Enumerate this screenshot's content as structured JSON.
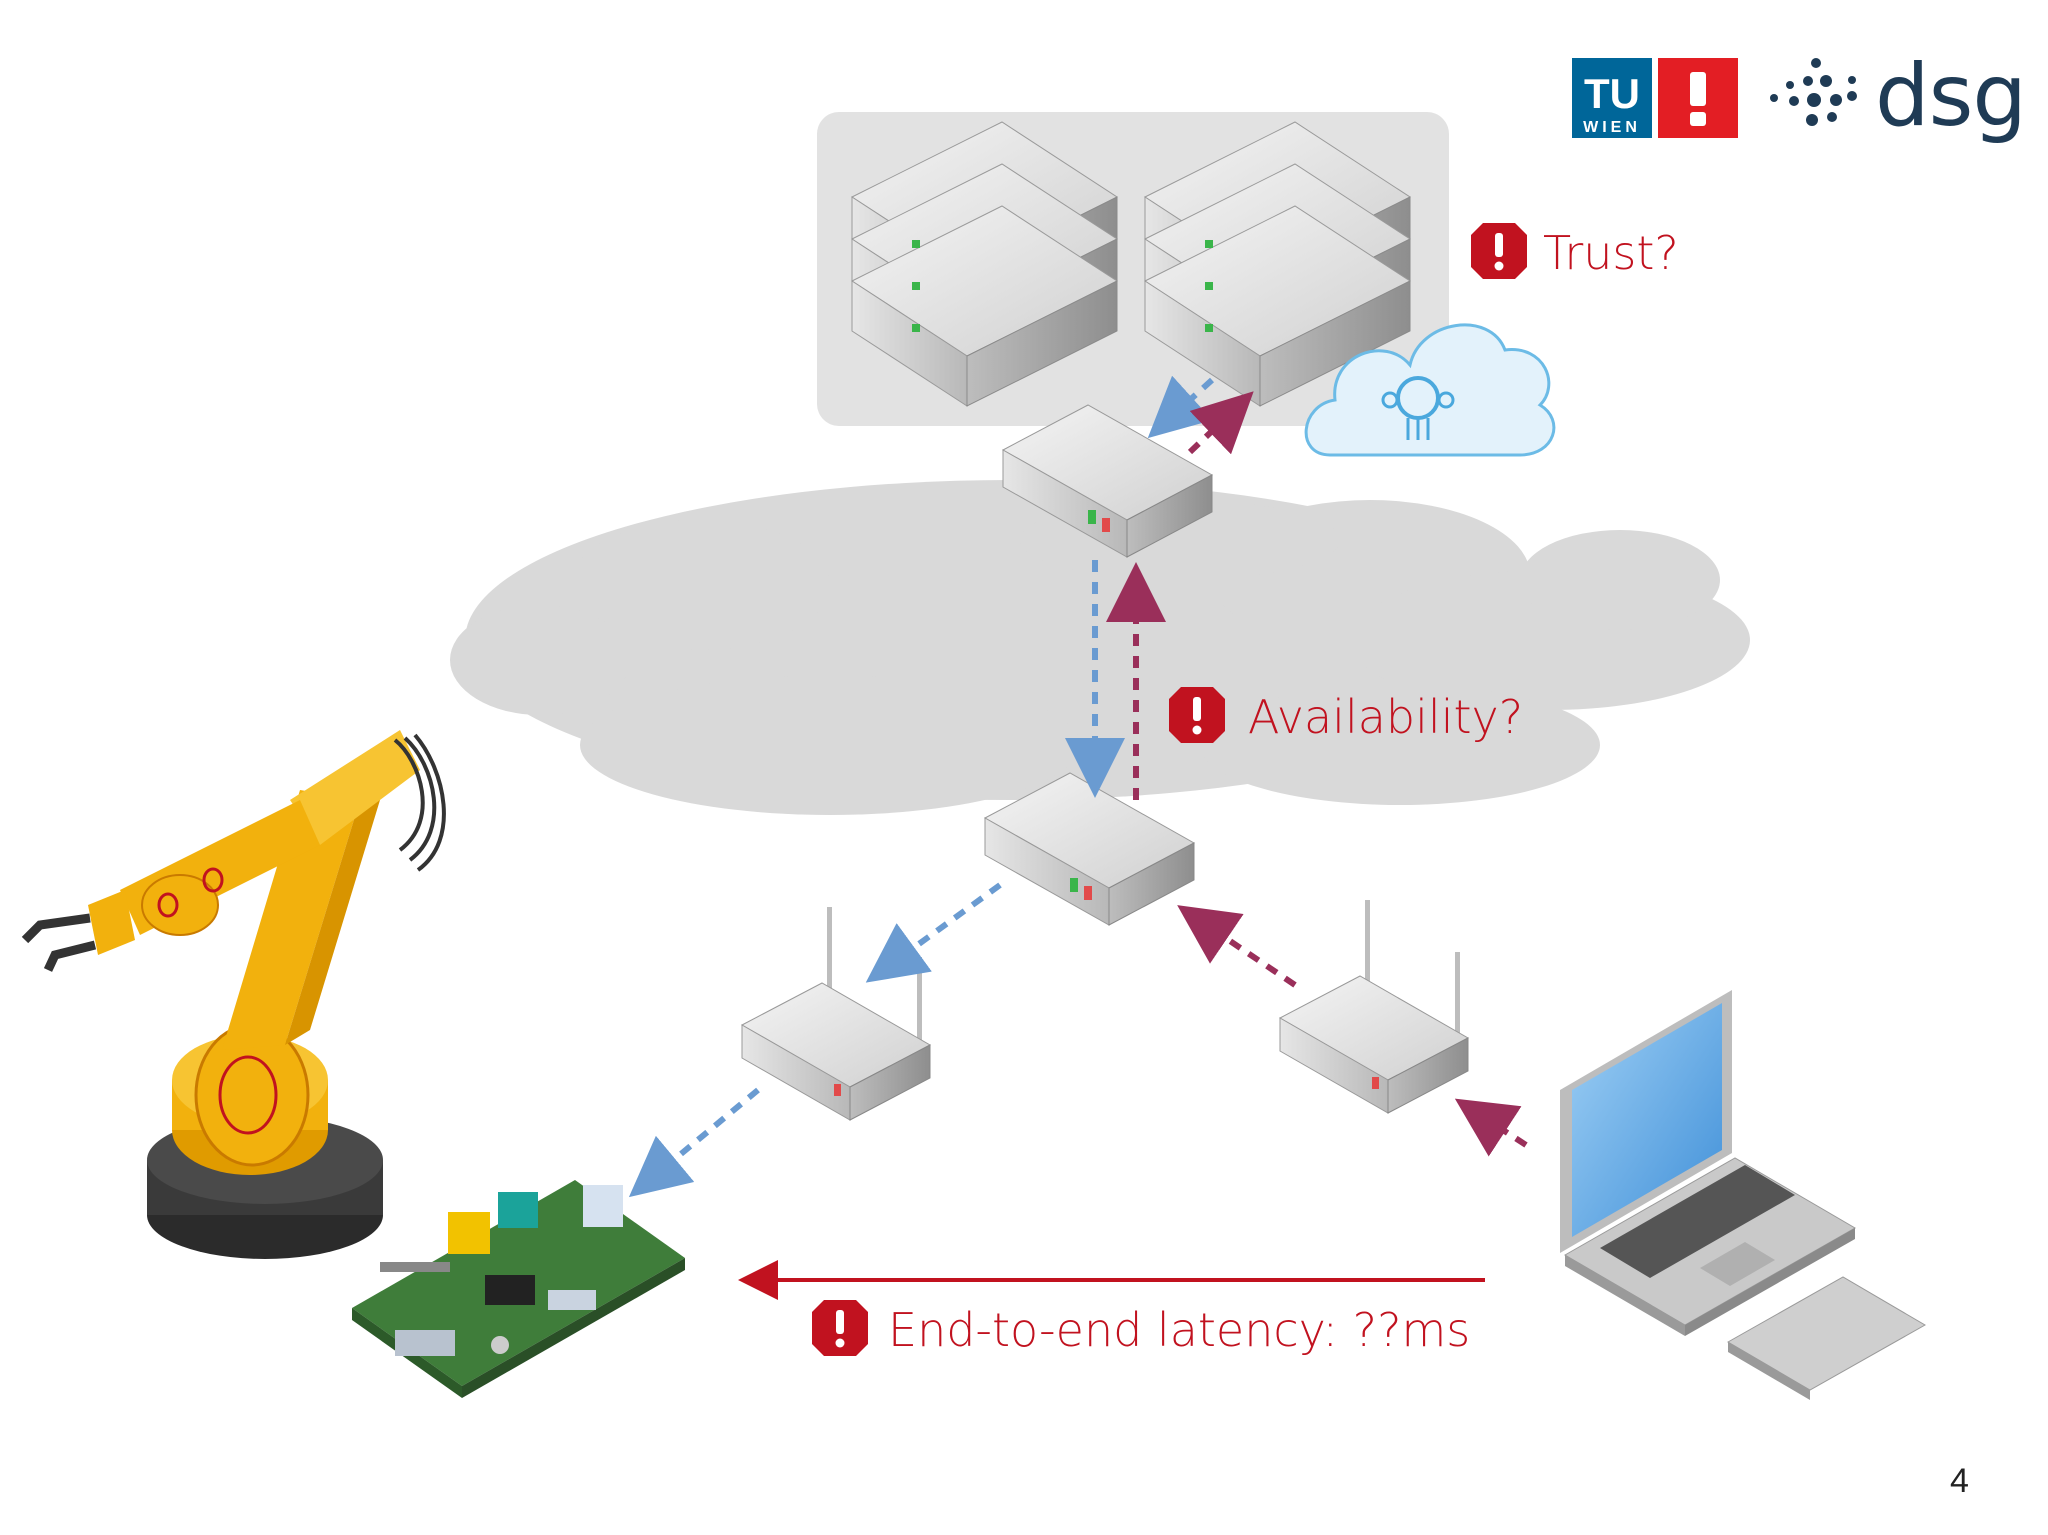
{
  "header": {
    "logo_tu_line1": "TU",
    "logo_tu_line2": "WIEN",
    "logo_dsg": "dsg"
  },
  "labels": {
    "trust": "Trust?",
    "availability": "Availability?",
    "latency": "End-to-end latency: ??ms"
  },
  "page_number": "4",
  "colors": {
    "request_arrow": "#6a9bd1",
    "response_arrow": "#9a2f5a",
    "latency_arrow": "#c1121f",
    "warning_icon": "#c1121f",
    "cloud": "#d9d9d9",
    "datacenter_bg": "#e2e2e2",
    "robot": "#f2b10d"
  },
  "icons": [
    "tuwien-logo",
    "dsg-logo",
    "server-rack-icon",
    "network-switch-icon",
    "wifi-router-icon",
    "iot-cloud-icon",
    "robot-arm-icon",
    "embedded-board-icon",
    "laptop-icon",
    "warning-icon"
  ]
}
